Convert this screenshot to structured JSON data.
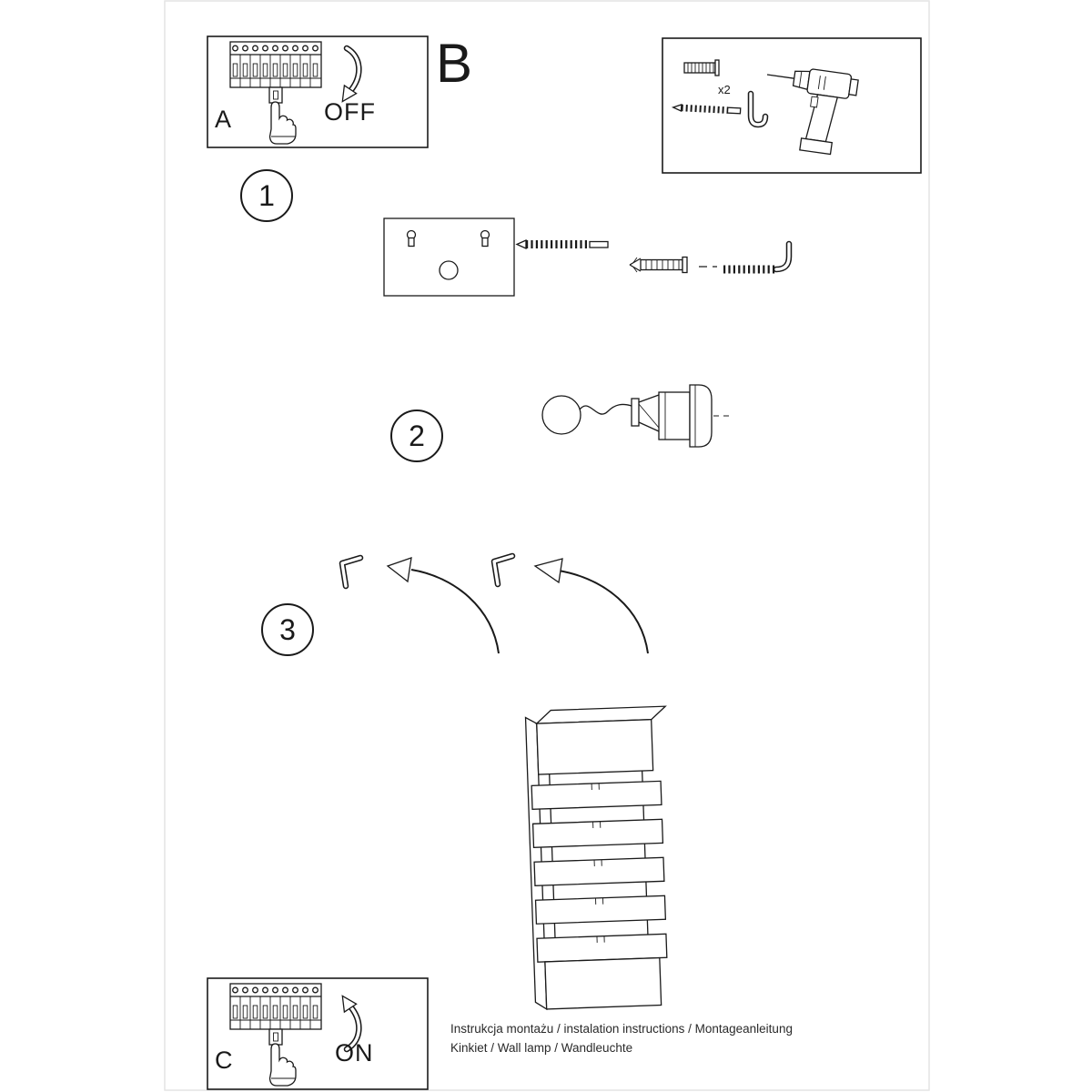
{
  "colors": {
    "line": "#1a1a1a",
    "frame": "#e4e4e4"
  },
  "box_a": {
    "letter": "A",
    "state_label": "OFF"
  },
  "section_b": {
    "letter": "B"
  },
  "tools_box": {
    "dowel_quantity": "x2"
  },
  "steps": [
    {
      "number": "1"
    },
    {
      "number": "2"
    },
    {
      "number": "3"
    }
  ],
  "box_c": {
    "letter": "C",
    "state_label": "ON"
  },
  "footer": {
    "line1": "Instrukcja montażu / instalation instructions / Montageanleitung",
    "line2": "Kinkiet / Wall lamp / Wandleuchte"
  }
}
